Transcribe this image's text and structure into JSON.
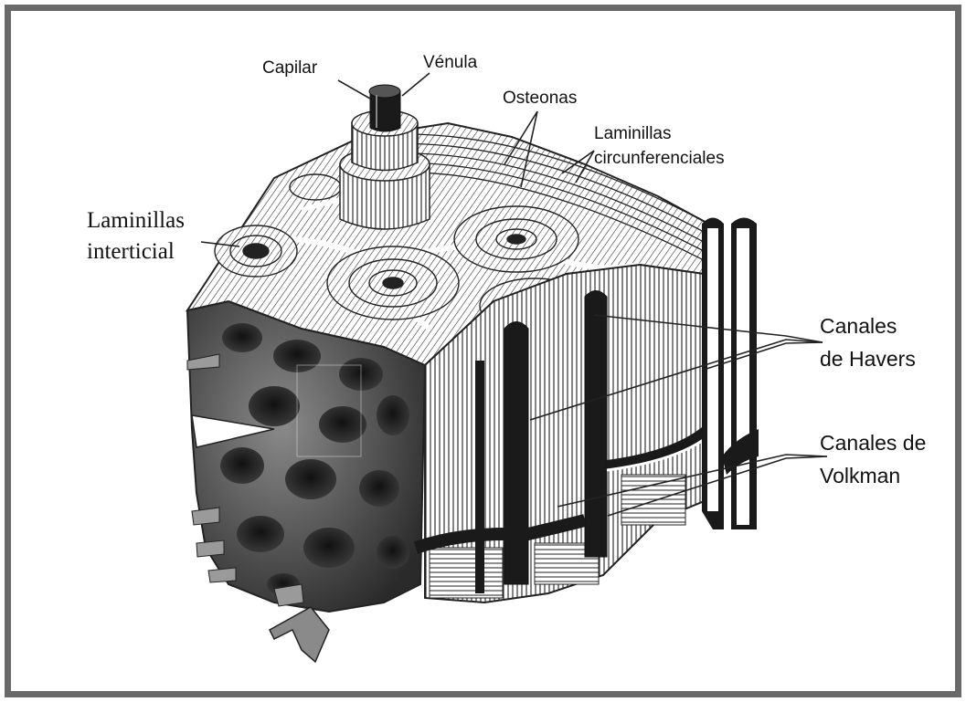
{
  "labels": {
    "capilar": "Capilar",
    "venula": "Vénula",
    "osteonas": "Osteonas",
    "laminillas_circ_1": "Laminillas",
    "laminillas_circ_2": "circunferenciales",
    "laminillas_int_1": "Laminillas",
    "laminillas_int_2": "interticial",
    "havers_1": "Canales",
    "havers_2": "de Havers",
    "volkman_1": "Canales de",
    "volkman_2": "Volkman"
  },
  "colors": {
    "frame": "#6a6a6a",
    "ink": "#111111",
    "spongy_bone": "#3a3a3a",
    "background": "#ffffff"
  }
}
